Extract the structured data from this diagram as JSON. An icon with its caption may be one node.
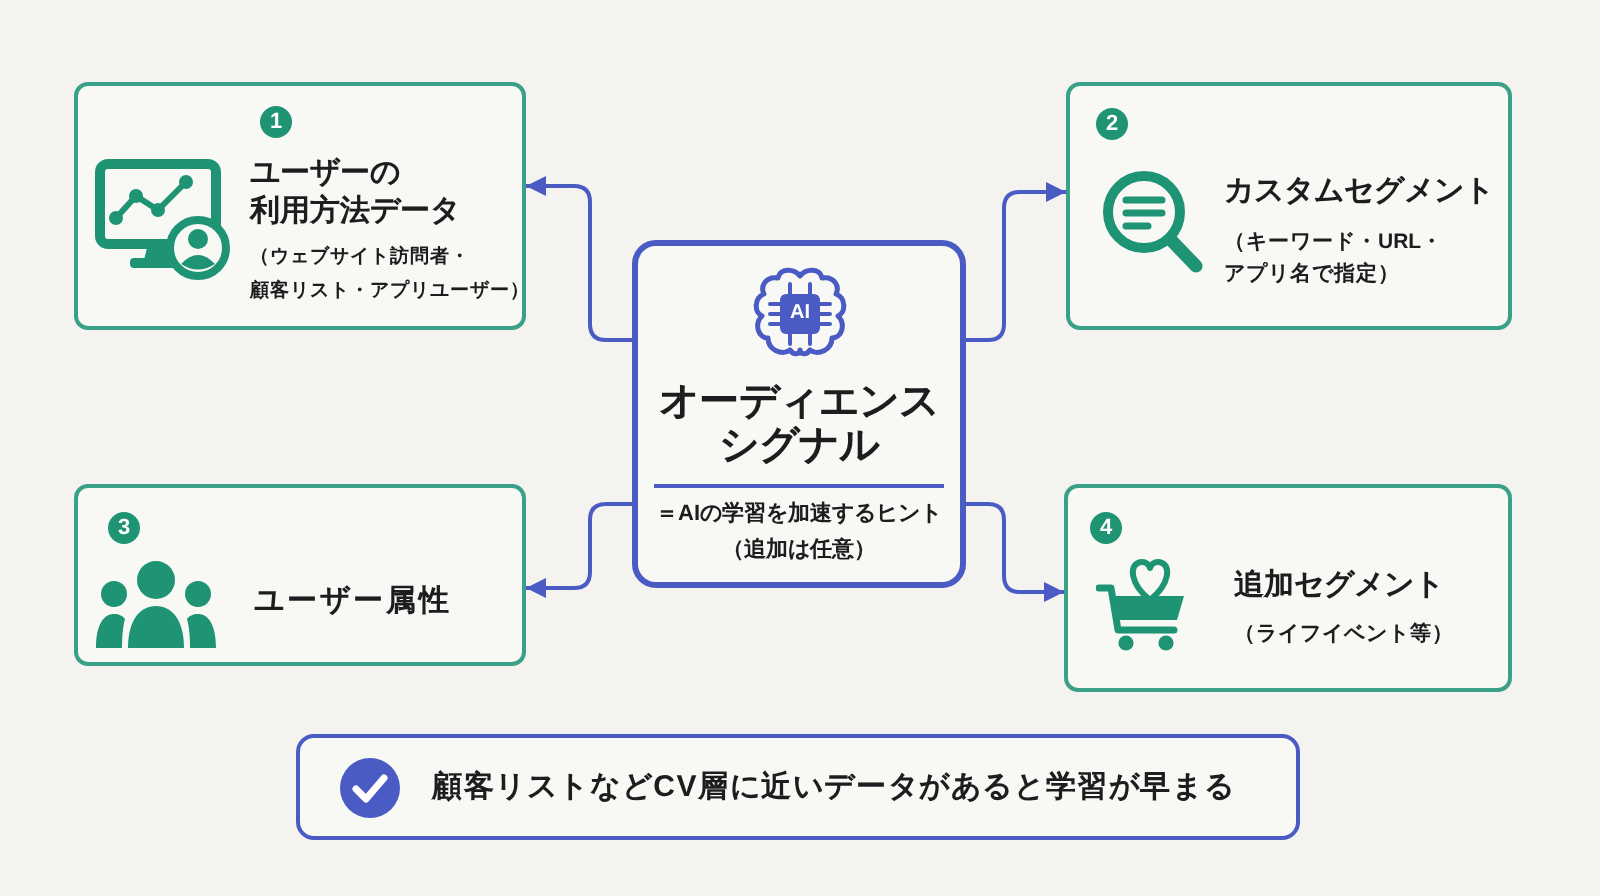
{
  "diagram": {
    "nodes": [
      {
        "text": [
          "1",
          "ユーザーの利用方法データ",
          "（ウェブサイト訪問者・顧客リスト・アプリユーザー）"
        ]
      },
      {
        "text": [
          "2",
          "カスタムセグメント",
          "（キーワード・URL・アプリ名で指定）"
        ]
      },
      {
        "text": [
          "AI",
          "オーディエンスシグナル",
          "＝AIの学習を加速するヒント（追加は任意）"
        ]
      },
      {
        "text": [
          "3",
          "ユーザー属性"
        ]
      },
      {
        "text": [
          "4",
          "追加セグメント",
          "（ライフイベント等）"
        ]
      },
      {
        "text": [
          "顧客リストなどCV層に近いデータがあると学習が早まる"
        ]
      }
    ],
    "edges": [
      {
        "from": 2,
        "to": 0,
        "arrow": "to"
      },
      {
        "from": 2,
        "to": 1,
        "arrow": "to"
      },
      {
        "from": 2,
        "to": 3,
        "arrow": "to"
      },
      {
        "from": 2,
        "to": 4,
        "arrow": "to"
      }
    ]
  }
}
